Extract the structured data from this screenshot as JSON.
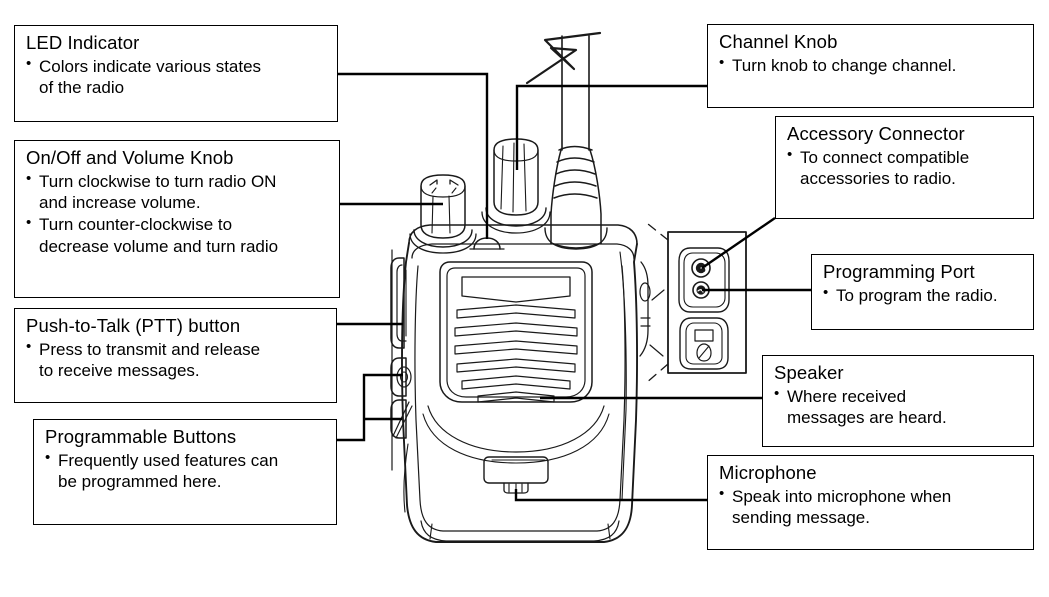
{
  "diagram": {
    "subject": "Two-way handheld radio parts callout diagram",
    "line_color": "#000000",
    "background_color": "#ffffff",
    "box_border_color": "#000000"
  },
  "callouts": [
    {
      "id": "led-indicator",
      "title": "LED Indicator",
      "bullets": [
        {
          "line1": "Colors indicate various states",
          "line2": "of the radio"
        }
      ]
    },
    {
      "id": "volume-knob",
      "title": "On/Off and Volume Knob",
      "bullets": [
        {
          "line1": "Turn clockwise to turn radio ON",
          "line2": "and increase volume."
        },
        {
          "line1": "Turn counter-clockwise to",
          "line2": "decrease volume and turn radio"
        }
      ]
    },
    {
      "id": "ptt-button",
      "title": "Push-to-Talk (PTT) button",
      "bullets": [
        {
          "line1": "Press to transmit and release",
          "line2": "to receive messages."
        }
      ]
    },
    {
      "id": "programmable-buttons",
      "title": "Programmable Buttons",
      "bullets": [
        {
          "line1": "Frequently used features can",
          "line2": "be programmed here."
        }
      ]
    },
    {
      "id": "channel-knob",
      "title": "Channel Knob",
      "bullets": [
        {
          "line1": "Turn knob to change channel.",
          "line2": ""
        }
      ]
    },
    {
      "id": "accessory-connector",
      "title": "Accessory Connector",
      "bullets": [
        {
          "line1": "To connect compatible",
          "line2": "accessories to radio."
        }
      ]
    },
    {
      "id": "programming-port",
      "title": "Programming Port",
      "bullets": [
        {
          "line1": "To program the radio.",
          "line2": ""
        }
      ]
    },
    {
      "id": "speaker",
      "title": "Speaker",
      "bullets": [
        {
          "line1": "Where received",
          "line2": "messages are heard."
        }
      ]
    },
    {
      "id": "microphone",
      "title": "Microphone",
      "bullets": [
        {
          "line1": "Speak into microphone when",
          "line2": "sending message."
        }
      ]
    }
  ],
  "radio_parts": {
    "antenna": "antenna",
    "antenna_break_symbol": "break-symbol",
    "volume_knob": "volume-knob",
    "channel_knob": "channel-knob",
    "led": "led-indicator-light",
    "speaker_grille": "speaker-grille",
    "ptt": "push-to-talk-button",
    "programmable_button_upper": "programmable-button-upper",
    "programmable_button_lower": "programmable-button-lower",
    "microphone": "microphone-port",
    "accessory_jack_upper": "accessory-connector-jack",
    "accessory_jack_lower": "programming-port-jack",
    "connector_cover": "connector-cover-clip",
    "detail_panel": "accessory-detail-panel"
  }
}
